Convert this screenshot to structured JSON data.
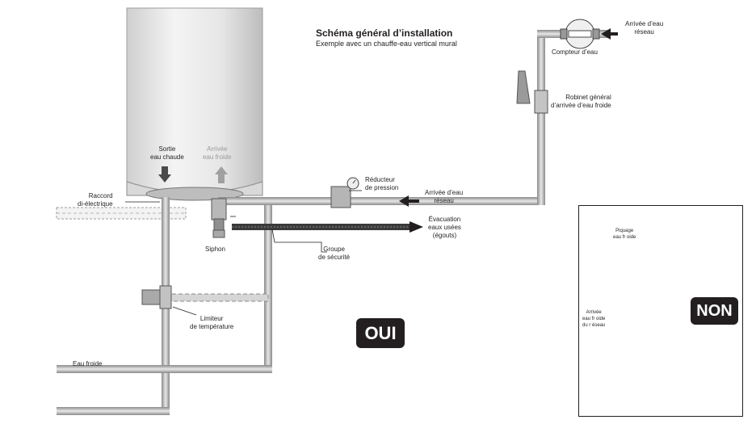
{
  "title": "Schéma général d’installation",
  "subtitle": "Exemple avec un chauffe-eau vertical mural",
  "heater": {
    "hot_outlet_label": [
      "Sortie",
      "eau chaude"
    ],
    "cold_inlet_label": [
      "Arrivée",
      "eau froide"
    ]
  },
  "labels": {
    "raccord": [
      "Raccord",
      "di-électrique"
    ],
    "siphon": "Siphon",
    "groupe": [
      "Groupe",
      "de sécurité"
    ],
    "limiteur": [
      "Limiteur",
      "de température"
    ],
    "eau_froide": "Eau froide",
    "reducteur": [
      "Réducteur",
      "de pression"
    ],
    "arrivee_reseau_mid": [
      "Arrivée d’eau",
      "réseau"
    ],
    "evacuation": [
      "Évacuation",
      "eaux usées",
      "(égouts)"
    ],
    "compteur": "Compteur d’eau",
    "arrivee_reseau_top": [
      "Arrivée d’eau",
      "réseau"
    ],
    "robinet": [
      "Robinet général",
      "d’arrivée d’eau froide"
    ]
  },
  "badges": {
    "oui": "OUI",
    "non": "NON"
  },
  "inset": {
    "piquage": [
      "Piquage",
      "eau fr oide"
    ],
    "arrivee": [
      "Arrivée",
      "eau fr oide",
      "du r éseau"
    ]
  }
}
